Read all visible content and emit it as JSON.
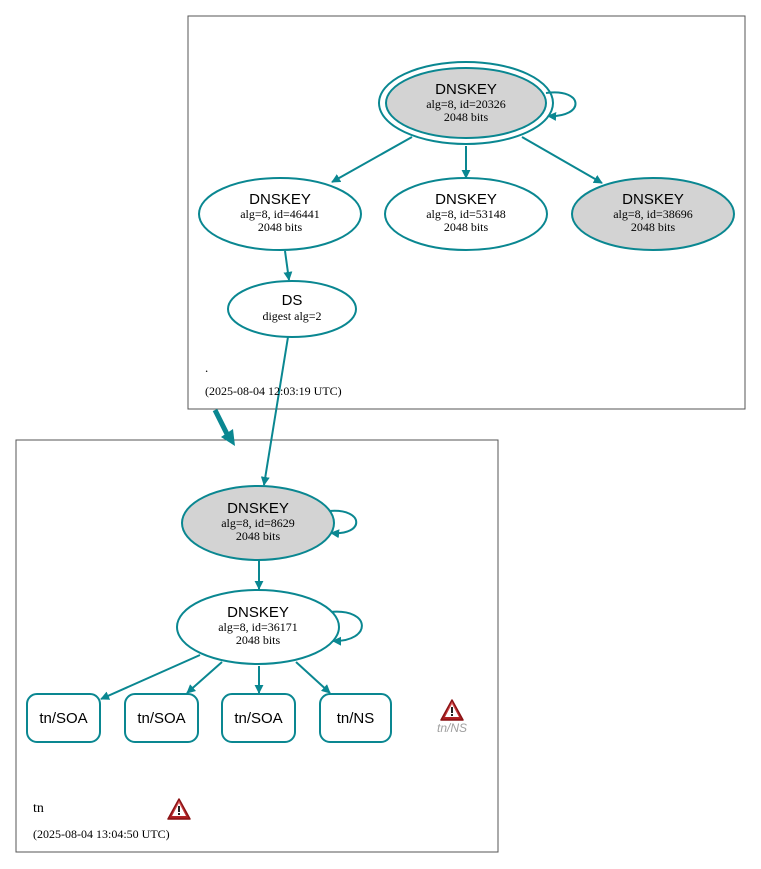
{
  "zones": {
    "root": {
      "name": ".",
      "timestamp": "(2025-08-04 12:03:19 UTC)"
    },
    "tn": {
      "name": "tn",
      "timestamp": "(2025-08-04 13:04:50 UTC)"
    }
  },
  "nodes": {
    "root_ksk": {
      "title": "DNSKEY",
      "line1": "alg=8, id=20326",
      "line2": "2048 bits"
    },
    "root_zsk_46441": {
      "title": "DNSKEY",
      "line1": "alg=8, id=46441",
      "line2": "2048 bits"
    },
    "root_zsk_53148": {
      "title": "DNSKEY",
      "line1": "alg=8, id=53148",
      "line2": "2048 bits"
    },
    "root_zsk_38696": {
      "title": "DNSKEY",
      "line1": "alg=8, id=38696",
      "line2": "2048 bits"
    },
    "ds": {
      "title": "DS",
      "line1": "digest alg=2"
    },
    "tn_ksk": {
      "title": "DNSKEY",
      "line1": "alg=8, id=8629",
      "line2": "2048 bits"
    },
    "tn_zsk": {
      "title": "DNSKEY",
      "line1": "alg=8, id=36171",
      "line2": "2048 bits"
    }
  },
  "rrsets": {
    "soa1": "tn/SOA",
    "soa2": "tn/SOA",
    "soa3": "tn/SOA",
    "ns": "tn/NS",
    "ns_warning": "tn/NS"
  },
  "colors": {
    "edge": "#0a8791",
    "node_fill_gray": "#d3d3d3",
    "border": "#555555",
    "warning": "#c8282b",
    "warning_label": "#a0a0a0"
  }
}
